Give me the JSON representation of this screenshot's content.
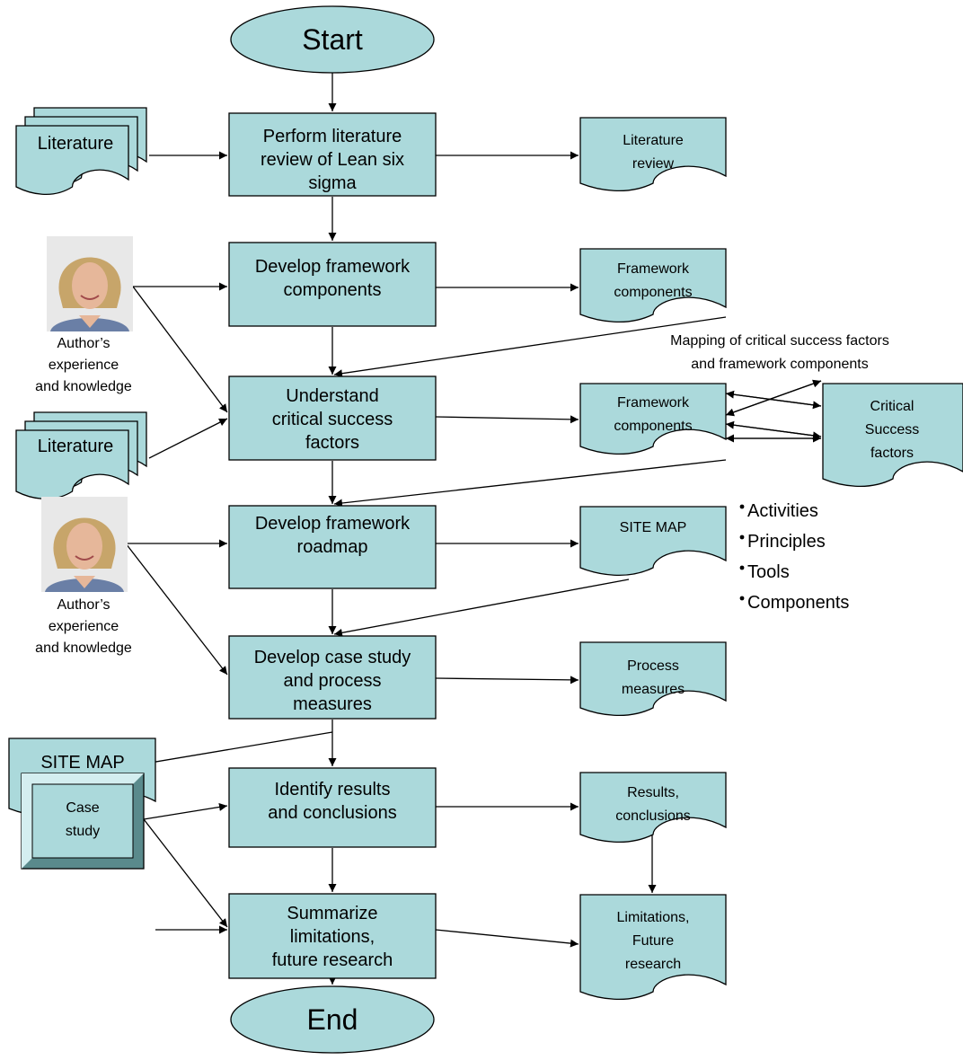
{
  "start_label": "Start",
  "end_label": "End",
  "process_boxes": [
    {
      "id": "p1",
      "lines": [
        "Perform literature",
        "review of Lean six",
        "sigma"
      ]
    },
    {
      "id": "p2",
      "lines": [
        "Develop framework",
        "components"
      ]
    },
    {
      "id": "p3",
      "lines": [
        "Understand",
        "critical success",
        "factors"
      ]
    },
    {
      "id": "p4",
      "lines": [
        "Develop framework",
        "roadmap"
      ]
    },
    {
      "id": "p5",
      "lines": [
        "Develop case study",
        "and process",
        "measures"
      ]
    },
    {
      "id": "p6",
      "lines": [
        "Identify results",
        "and conclusions"
      ]
    },
    {
      "id": "p7",
      "lines": [
        "Summarize",
        "limitations,",
        "future research"
      ]
    }
  ],
  "output_documents": [
    {
      "id": "o1",
      "lines": [
        "Literature",
        "review"
      ]
    },
    {
      "id": "o2",
      "lines": [
        "Framework",
        "components"
      ]
    },
    {
      "id": "o3",
      "lines": [
        "Framework",
        "components"
      ]
    },
    {
      "id": "o4",
      "lines": [
        "SITE  MAP"
      ]
    },
    {
      "id": "o5",
      "lines": [
        "Process",
        "measures"
      ]
    },
    {
      "id": "o6",
      "lines": [
        "Results,",
        "conclusions"
      ]
    },
    {
      "id": "o7",
      "lines": [
        "Limitations,",
        "Future",
        "research"
      ]
    },
    {
      "id": "csf",
      "lines": [
        "Critical",
        "Success",
        "factors"
      ]
    }
  ],
  "input_documents": [
    {
      "id": "lit1",
      "lines": [
        "Literature"
      ]
    },
    {
      "id": "lit2",
      "lines": [
        "Literature"
      ]
    },
    {
      "id": "sitemap_in",
      "lines": [
        "SITE  MAP"
      ]
    }
  ],
  "author_inputs": [
    {
      "id": "a1",
      "lines": [
        "Author’s",
        "experience",
        "and knowledge"
      ]
    },
    {
      "id": "a2",
      "lines": [
        "Author’s",
        "experience",
        "and knowledge"
      ]
    }
  ],
  "case_study_box": {
    "lines": [
      "Case",
      "study"
    ]
  },
  "mapping_note": [
    "Mapping of critical success factors",
    "and framework components"
  ],
  "roadmap_bullets": [
    "Activities",
    "Principles",
    "Tools",
    "Components"
  ],
  "colors": {
    "shape_fill": "#abd9db",
    "stroke": "#000000",
    "bevel_light": "#d4eef0",
    "bevel_dark": "#5a8a8c",
    "photo_bg": "#e8e8e8"
  },
  "icons": {
    "author_photo": "person-portrait-icon"
  }
}
